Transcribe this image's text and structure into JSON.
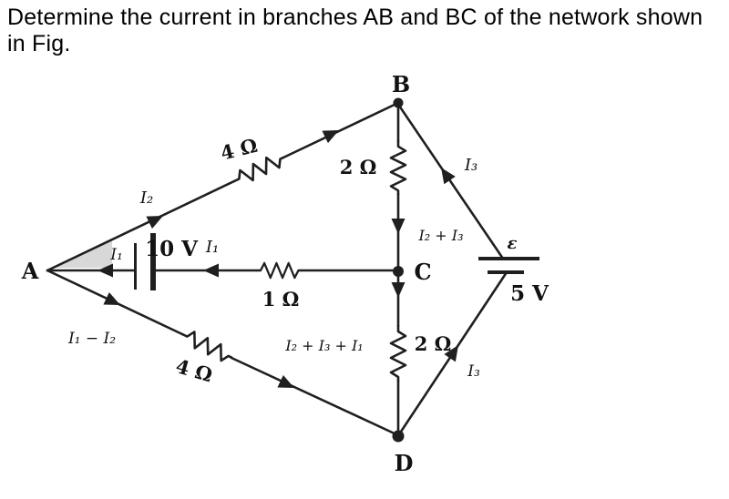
{
  "title": "Determine the current in branches AB and BC of the network shown in Fig.",
  "colors": {
    "ink": "#1f1f1f",
    "paper": "#ffffff",
    "shade": "#d8d8d8"
  },
  "figure": {
    "nodes": {
      "a": "A",
      "b": "B",
      "c": "C",
      "d": "D"
    },
    "resistors": {
      "ab": "4 Ω",
      "bc": "2 Ω",
      "ac": "1 Ω",
      "cd": "2 Ω",
      "ad": "4 Ω"
    },
    "sources": {
      "battery_left": "10 V",
      "emf": "ε",
      "battery_right": "5 V"
    },
    "currents": {
      "i1": "I₁",
      "i1_near_battery": "I₁",
      "i2": "I₂",
      "i3_upper": "I₃",
      "i3_lower": "I₃",
      "i2_plus_i3": "I₂ + I₃",
      "i1_minus_i2": "I₁ − I₂",
      "i2_i3_i1_sum": "I₂ + I₃ + I₁"
    }
  }
}
